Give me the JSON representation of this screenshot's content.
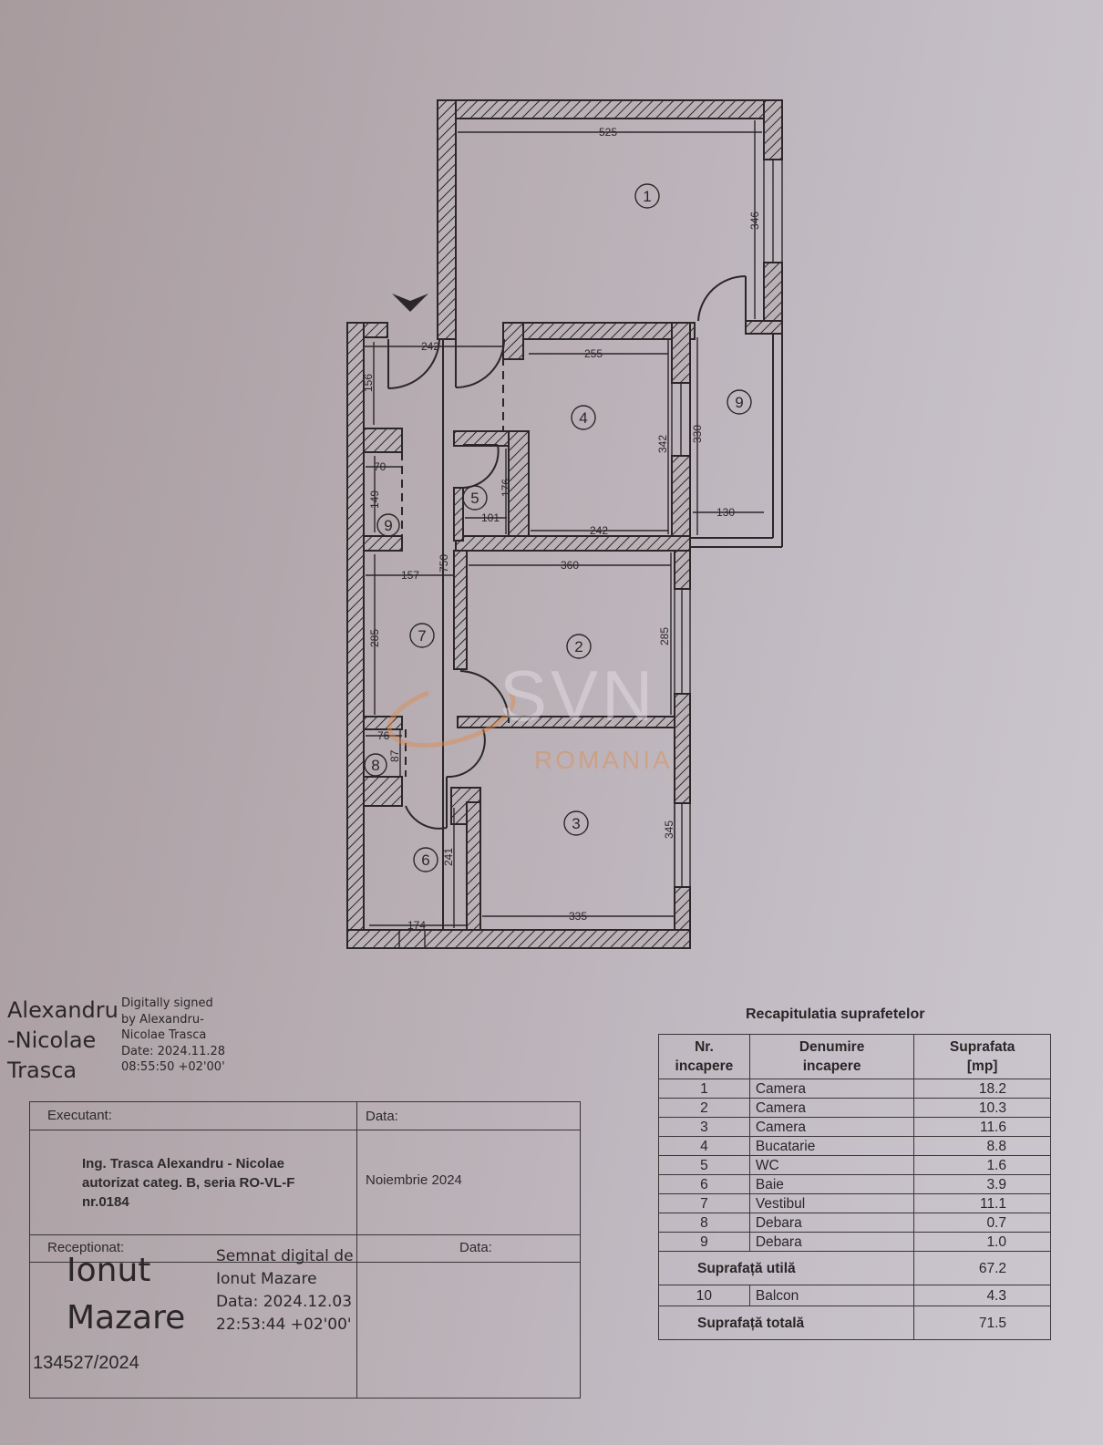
{
  "floor_plan": {
    "entrance_marker": "entrance-arrow",
    "room_labels": [
      "1",
      "2",
      "3",
      "4",
      "5",
      "6",
      "7",
      "8",
      "9",
      "9"
    ],
    "dimensions": {
      "room1_width": "525",
      "room1_height": "346",
      "hall_width": "242",
      "hall_height": "156",
      "kitchen_top": "255",
      "kitchen_bottom": "242",
      "kitchen_height": "342",
      "balcony_height": "330",
      "balcony_width": "130",
      "closet9_width": "70",
      "closet9_height": "149",
      "wc_height": "176",
      "wc_width": "101",
      "vestibul_width": "157",
      "vestibul_height": "285",
      "corridor_length": "750",
      "room2_width": "360",
      "room2_height": "285",
      "closet8_width": "76",
      "closet8_height": "87",
      "bath_height": "241",
      "bath_width": "174",
      "room3_height": "345",
      "room3_width": "335"
    },
    "watermark": {
      "brand": "SVN",
      "sub": "ROMANIA",
      "accent": "#e08a4a"
    }
  },
  "signature_executant": {
    "name_lines": [
      "Alexandru",
      "-Nicolae",
      "Trasca"
    ],
    "meta_lines": [
      "Digitally signed",
      "by Alexandru-",
      "Nicolae Trasca",
      "Date: 2024.11.28",
      "08:55:50 +02'00'"
    ]
  },
  "executant_box": {
    "executant_label": "Executant:",
    "data_label": "Data:",
    "executant_lines": [
      "Ing. Trasca Alexandru - Nicolae",
      "autorizat categ. B, seria RO-VL-F",
      "nr.0184"
    ],
    "date_value": "Noiembrie 2024",
    "receptionat_label": "Receptionat:",
    "data_label_2": "Data:",
    "receiver_name_lines": [
      "Ionut",
      "Mazare"
    ],
    "receiver_meta_lines": [
      "Semnat digital de",
      "Ionut Mazare",
      "Data: 2024.12.03",
      "22:53:44 +02'00'"
    ],
    "registration_number": "134527/2024"
  },
  "summary": {
    "title": "Recapitulatia suprafetelor",
    "headers": [
      "Nr. incapere",
      "Denumire incapere",
      "Suprafata [mp]"
    ],
    "header_lines": [
      [
        "Nr.",
        "incapere"
      ],
      [
        "Denumire",
        "incapere"
      ],
      [
        "Suprafata",
        "[mp]"
      ]
    ],
    "rows": [
      {
        "nr": "1",
        "name": "Camera",
        "area": "18.2"
      },
      {
        "nr": "2",
        "name": "Camera",
        "area": "10.3"
      },
      {
        "nr": "3",
        "name": "Camera",
        "area": "11.6"
      },
      {
        "nr": "4",
        "name": "Bucatarie",
        "area": "8.8"
      },
      {
        "nr": "5",
        "name": "WC",
        "area": "1.6"
      },
      {
        "nr": "6",
        "name": "Baie",
        "area": "3.9"
      },
      {
        "nr": "7",
        "name": "Vestibul",
        "area": "11.1"
      },
      {
        "nr": "8",
        "name": "Debara",
        "area": "0.7"
      },
      {
        "nr": "9",
        "name": "Debara",
        "area": "1.0"
      }
    ],
    "useful_label": "Suprafață utilă",
    "useful_value": "67.2",
    "balcony": {
      "nr": "10",
      "name": "Balcon",
      "area": "4.3"
    },
    "total_label": "Suprafață totală",
    "total_value": "71.5"
  }
}
